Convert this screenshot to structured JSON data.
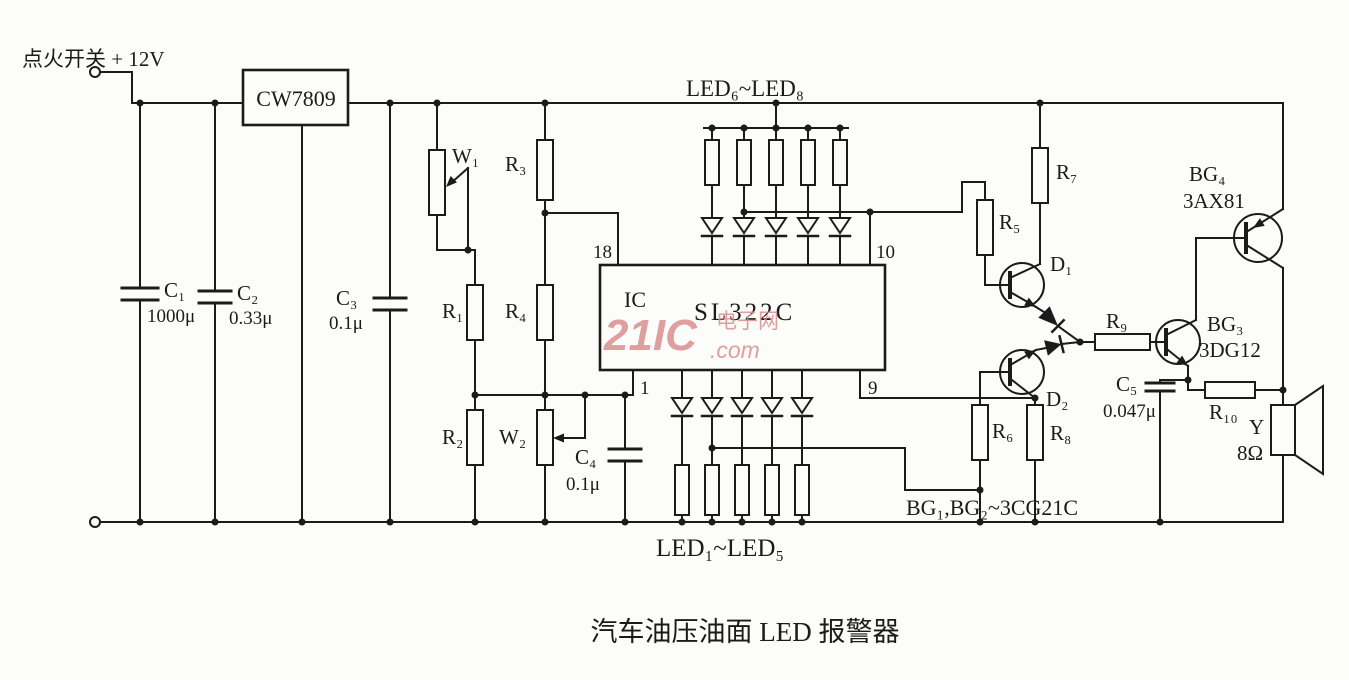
{
  "title": "汽车油压油面 LED 报警器",
  "power": {
    "source_label": "点火开关 + 12V"
  },
  "regulator": {
    "label": "CW7809"
  },
  "ic": {
    "designator": "IC",
    "part": "SL322C",
    "pin_top_left": "18",
    "pin_bottom_left": "1",
    "pin_top_right": "10",
    "pin_bottom_right": "9"
  },
  "components": {
    "c1": {
      "ref": "C₁",
      "value": "1000μ"
    },
    "c2": {
      "ref": "C₂",
      "value": "0.33μ"
    },
    "c3": {
      "ref": "C₃",
      "value": "0.1μ"
    },
    "c4": {
      "ref": "C₄",
      "value": "0.1μ"
    },
    "c5": {
      "ref": "C₅",
      "value": "0.047μ"
    },
    "w1": {
      "ref": "W₁"
    },
    "w2": {
      "ref": "W₂"
    },
    "r1": {
      "ref": "R₁"
    },
    "r2": {
      "ref": "R₂"
    },
    "r3": {
      "ref": "R₃"
    },
    "r4": {
      "ref": "R₄"
    },
    "r5": {
      "ref": "R₅"
    },
    "r6": {
      "ref": "R₆"
    },
    "r7": {
      "ref": "R₇"
    },
    "r8": {
      "ref": "R₈"
    },
    "r9": {
      "ref": "R₉"
    },
    "r10": {
      "ref": "R₁₀"
    },
    "d1": {
      "ref": "D₁"
    },
    "d2": {
      "ref": "D₂"
    },
    "bg3": {
      "ref": "BG₃",
      "part": "3DG12"
    },
    "bg4": {
      "ref": "BG₄",
      "part": "3AX81"
    },
    "speaker": {
      "ref": "Y",
      "impedance": "8Ω"
    }
  },
  "annotations": {
    "led_top_group": "LED₆~LED₈",
    "led_bottom_group": "LED₁~LED₅",
    "transistor_note": "BG₁,BG₂~3CG21C"
  },
  "watermark": {
    "brand": "21IC",
    "site": "电子网",
    "domain": ".com"
  },
  "colors": {
    "line": "#1b1b1b",
    "watermark": "#d98f8f",
    "paper": "#fcfcfa"
  }
}
